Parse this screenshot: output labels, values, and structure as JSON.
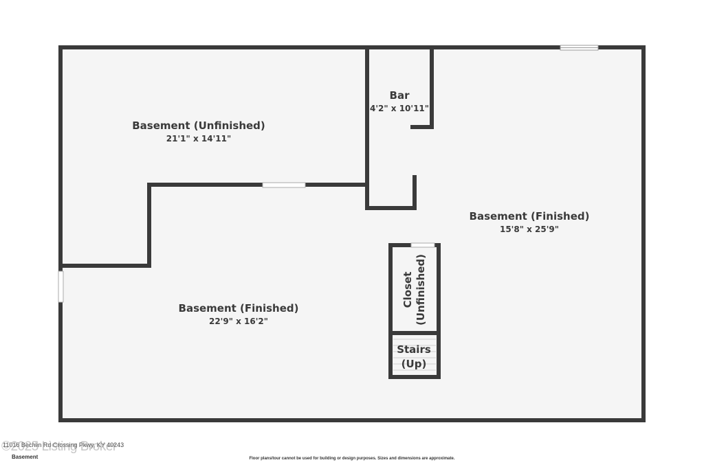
{
  "rooms": [
    {
      "name": "Basement (Unfinished)",
      "dims": "21'1\" x 14'11\""
    },
    {
      "name": "Bar",
      "dims": "4'2\" x 10'11\""
    },
    {
      "name": "Basement (Finished)",
      "dims": "15'8\" x 25'9\""
    },
    {
      "name": "Basement (Finished)",
      "dims": "22'9\" x 16'2\""
    },
    {
      "name_line1": "Closet",
      "name_line2": "(Unfinished)"
    },
    {
      "name_line1": "Stairs",
      "name_line2": "(Up)"
    }
  ],
  "footer": {
    "address": "11016 Bechlin Rd Crossing Pkwy, KY 40243",
    "watermark": "©2025 Listing Broker",
    "level": "Basement",
    "disclaimer": "Floor plans/tour cannot be used for building or design purposes. Sizes and dimensions are approximate."
  },
  "colors": {
    "wall": "#3a3a3a",
    "floor": "#f5f5f5"
  }
}
